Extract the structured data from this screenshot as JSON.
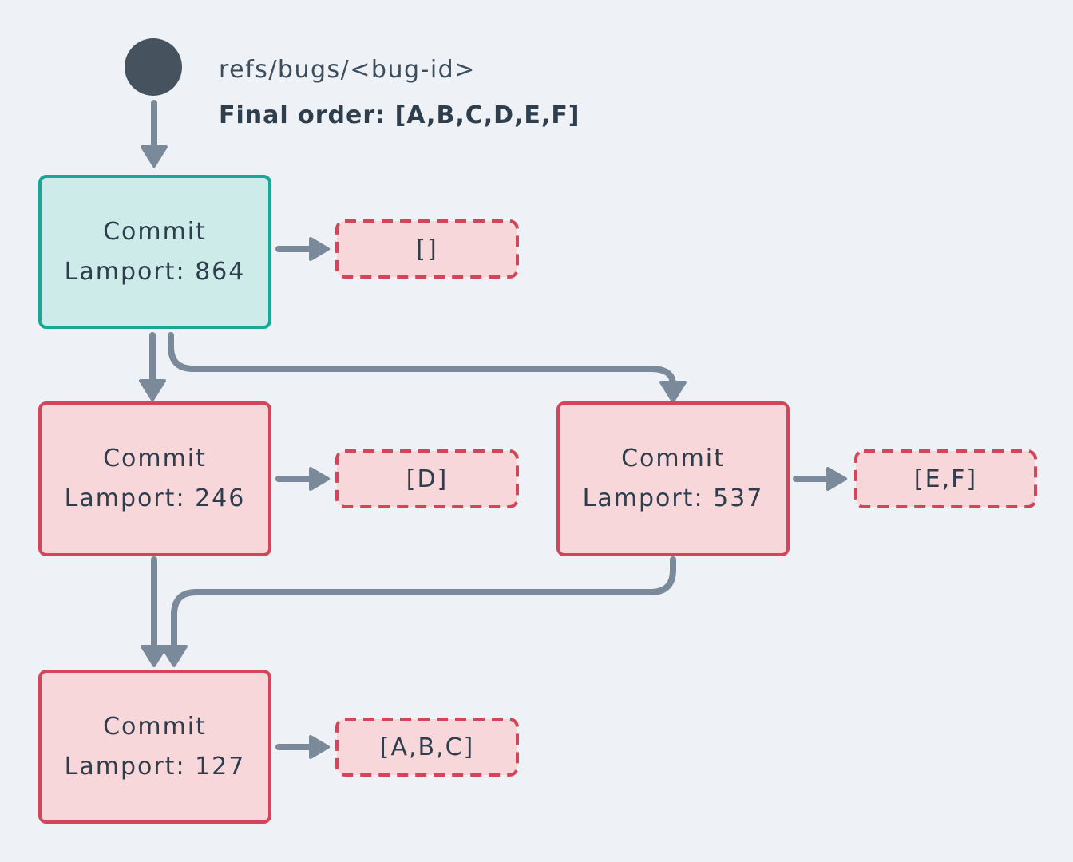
{
  "header": {
    "ref_label": "refs/bugs/<bug-id>",
    "final_order_label": "Final order: [A,B,C,D,E,F]"
  },
  "nodes": {
    "root": {
      "title": "Commit",
      "lamport": "Lamport: 864",
      "list": "[]"
    },
    "left": {
      "title": "Commit",
      "lamport": "Lamport: 246",
      "list": "[D]"
    },
    "right": {
      "title": "Commit",
      "lamport": "Lamport: 537",
      "list": "[E,F]"
    },
    "merge": {
      "title": "Commit",
      "lamport": "Lamport: 127",
      "list": "[A,B,C]"
    }
  },
  "colors": {
    "bg": "#eef1f5",
    "ink": "#2e3e4c",
    "ink_soft": "#3d4d5b",
    "arrow": "#7b8a9b",
    "circle": "#46535f",
    "teal": "#19a896",
    "teal_fill": "#cdebe8",
    "crimson": "#d4455a",
    "crimson_fill": "#f8d7db"
  }
}
